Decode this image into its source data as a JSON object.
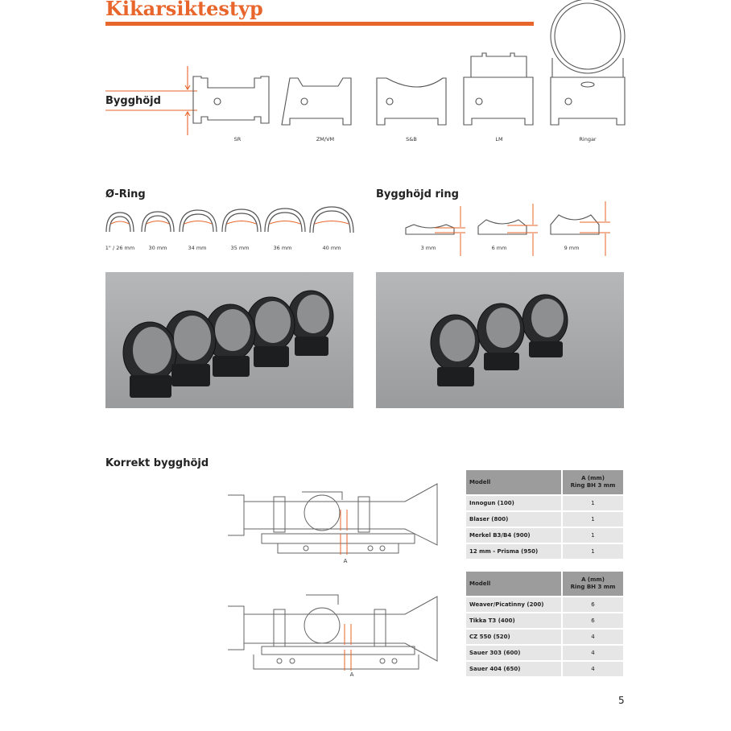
{
  "title": "Kikarsiktestyp",
  "page_number": "5",
  "accent_color": "#e8652b",
  "mount_types": {
    "height_label": "Bygghöjd",
    "items": [
      "SR",
      "ZM/VM",
      "S&B",
      "LM",
      "Ringar"
    ]
  },
  "ring_diameter": {
    "heading": "Ø-Ring",
    "sizes": [
      "1\" / 26 mm",
      "30 mm",
      "34 mm",
      "35 mm",
      "36 mm",
      "40 mm"
    ]
  },
  "ring_height": {
    "heading": "Bygghöjd ring",
    "sizes": [
      "3 mm",
      "6 mm",
      "9 mm"
    ]
  },
  "correct_height": {
    "heading": "Korrekt bygghöjd",
    "diagram_label_a": "A",
    "table1": {
      "col_model": "Modell",
      "col_value_line1": "A (mm)",
      "col_value_line2": "Ring BH 3 mm",
      "rows": [
        {
          "model": "Innogun (100)",
          "value": "1"
        },
        {
          "model": "Blaser (800)",
          "value": "1"
        },
        {
          "model": "Merkel B3/B4 (900)",
          "value": "1"
        },
        {
          "model": "12 mm - Prisma (950)",
          "value": "1"
        }
      ]
    },
    "table2": {
      "col_model": "Modell",
      "col_value_line1": "A (mm)",
      "col_value_line2": "Ring BH 3 mm",
      "rows": [
        {
          "model": "Weaver/Picatinny (200)",
          "value": "6"
        },
        {
          "model": "Tikka T3 (400)",
          "value": "6"
        },
        {
          "model": "CZ 550 (520)",
          "value": "4"
        },
        {
          "model": "Sauer 303 (600)",
          "value": "4"
        },
        {
          "model": "Sauer 404 (650)",
          "value": "4"
        }
      ]
    }
  }
}
